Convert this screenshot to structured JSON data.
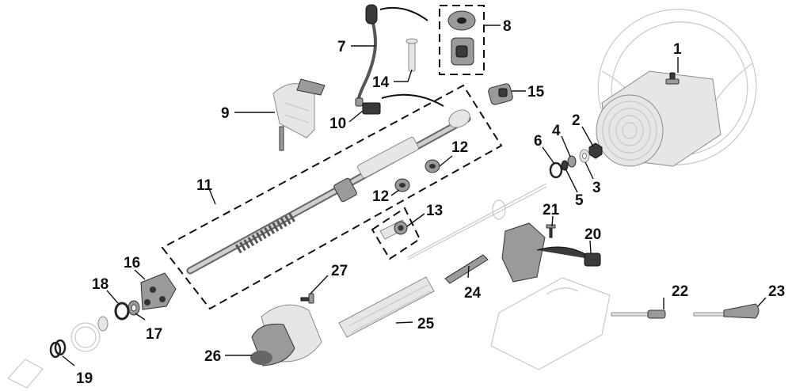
{
  "callouts": {
    "c1": "1",
    "c2": "2",
    "c3": "3",
    "c4": "4",
    "c5": "5",
    "c6": "6",
    "c7": "7",
    "c8": "8",
    "c9": "9",
    "c10": "10",
    "c11": "11",
    "c12a": "12",
    "c12b": "12",
    "c13": "13",
    "c14": "14",
    "c15": "15",
    "c16": "16",
    "c17": "17",
    "c18": "18",
    "c19": "19",
    "c20": "20",
    "c21": "21",
    "c22": "22",
    "c23": "23",
    "c24": "24",
    "c25": "25",
    "c26": "26",
    "c27": "27"
  }
}
